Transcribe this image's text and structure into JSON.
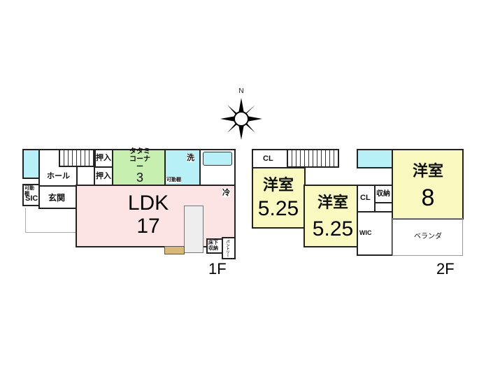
{
  "compass": {
    "north": "N"
  },
  "floor1": {
    "label": "1F",
    "rooms": {
      "hall": "ホール",
      "entrance": "玄関",
      "sic_shelf": "可動棚",
      "sic": "SIC",
      "closet_upper": "押入",
      "closet_lower": "押入",
      "tatami_name": "タタミ\nコーナー",
      "tatami_size": "3",
      "wash": "洗",
      "wash_shelf": "可動棚",
      "ldk_name": "LDK",
      "ldk_size": "17",
      "fridge": "冷",
      "floor_storage": "床下\n収納",
      "pantry": "パントリー"
    },
    "colors": {
      "ldk": "#fce4e4",
      "tatami": "#c6efb0",
      "water": "#b8f0f8"
    }
  },
  "floor2": {
    "label": "2F",
    "rooms": {
      "cl_left": "CL",
      "room_left_name": "洋室",
      "room_left_size": "5.25",
      "room_mid_name": "洋室",
      "room_mid_size": "5.25",
      "cl_mid": "CL",
      "storage": "収納",
      "wic": "WIC",
      "room_right_name": "洋室",
      "room_right_size": "8",
      "veranda": "ベランダ"
    },
    "colors": {
      "room": "#fafac0",
      "water": "#b8f0f8"
    }
  }
}
